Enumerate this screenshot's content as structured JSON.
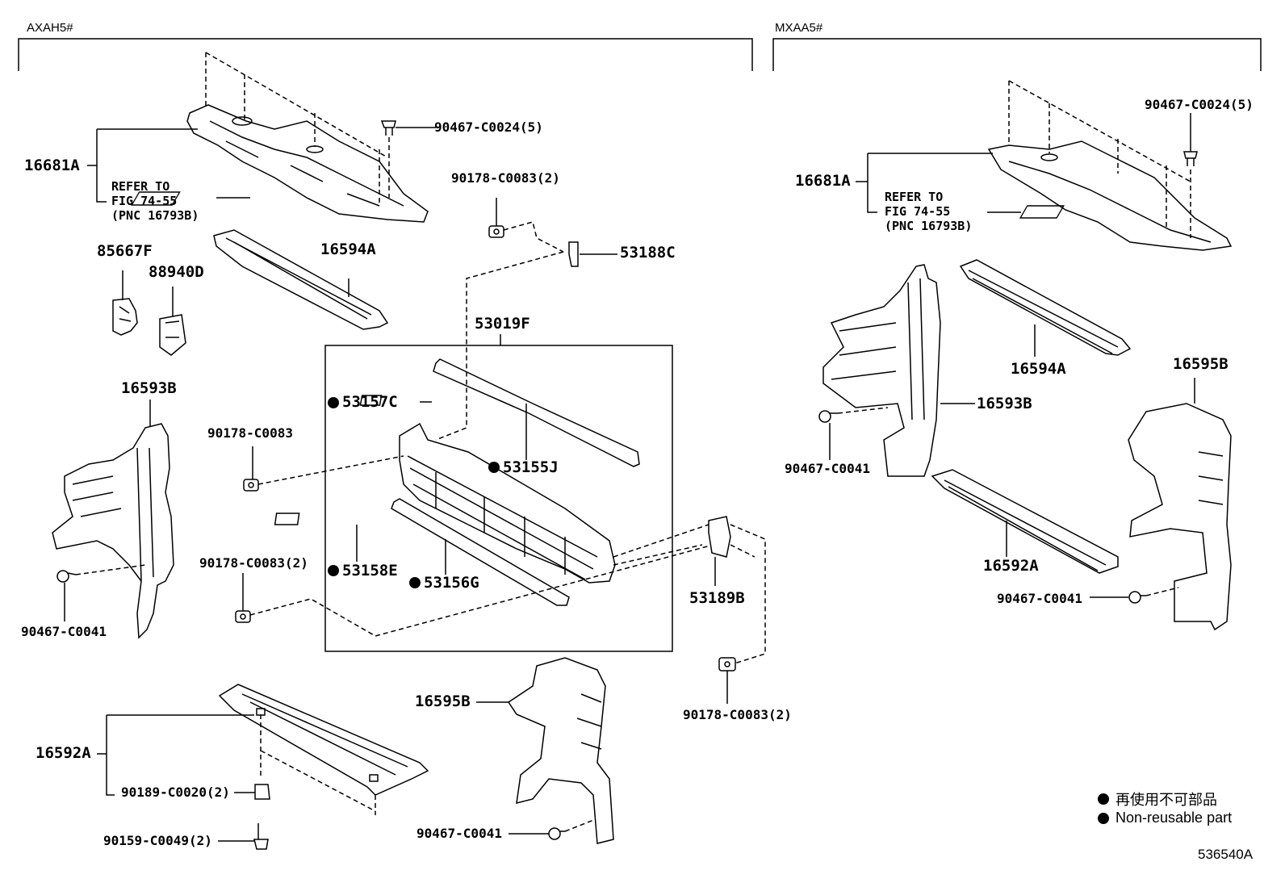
{
  "headers": {
    "left": "AXAH5#",
    "right": "MXAA5#"
  },
  "labels": {
    "l_16681A": "16681A",
    "l_refer": "REFER TO\nFIG 74-55\n(PNC 16793B)",
    "l_90467_C0024": "90467-C0024(5)",
    "l_90178_C0083_2_top": "90178-C0083(2)",
    "l_53188C": "53188C",
    "l_85667F": "85667F",
    "l_88940D": "88940D",
    "l_16594A": "16594A",
    "l_53019F": "53019F",
    "l_53157C": "53157C",
    "l_53155J": "53155J",
    "l_16593B": "16593B",
    "l_90178_C0083": "90178-C0083",
    "l_90178_C0083_2_mid": "90178-C0083(2)",
    "l_53158E": "53158E",
    "l_53156G": "53156G",
    "l_53189B": "53189B",
    "l_90467_C0041_left": "90467-C0041",
    "l_90178_C0083_2_bot": "90178-C0083(2)",
    "l_16592A": "16592A",
    "l_90189_C0020": "90189-C0020(2)",
    "l_90159_C0049": "90159-C0049(2)",
    "l_16595B": "16595B",
    "l_90467_C0041_bot": "90467-C0041",
    "r_16681A": "16681A",
    "r_refer": "REFER TO\nFIG 74-55\n(PNC 16793B)",
    "r_90467_C0024": "90467-C0024(5)",
    "r_16594A": "16594A",
    "r_16595B": "16595B",
    "r_16593B": "16593B",
    "r_90467_C0041_a": "90467-C0041",
    "r_16592A": "16592A",
    "r_90467_C0041_b": "90467-C0041"
  },
  "legend": {
    "jp": "再使用不可部品",
    "en": "Non-reusable part"
  },
  "figure_number": "536540A"
}
